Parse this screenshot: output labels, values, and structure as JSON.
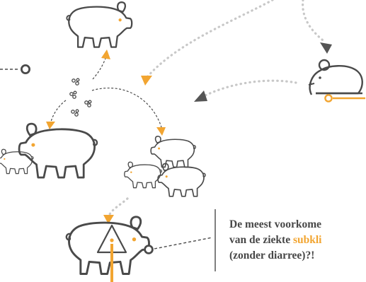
{
  "diagram": {
    "colors": {
      "outline": "#4a4a4a",
      "accent": "#f2a531",
      "dots": "#c8c8c8",
      "text": "#474747"
    },
    "icons": [
      "pig-icon",
      "piglet-icon",
      "mouse-icon",
      "bacteria-icon",
      "warning-icon",
      "connector-icon"
    ]
  },
  "callout": {
    "line1": "De meest voorkome",
    "line2_prefix": "van de ziekte ",
    "line2_accent": "subkli",
    "line3": "(zonder diarree)?!"
  }
}
